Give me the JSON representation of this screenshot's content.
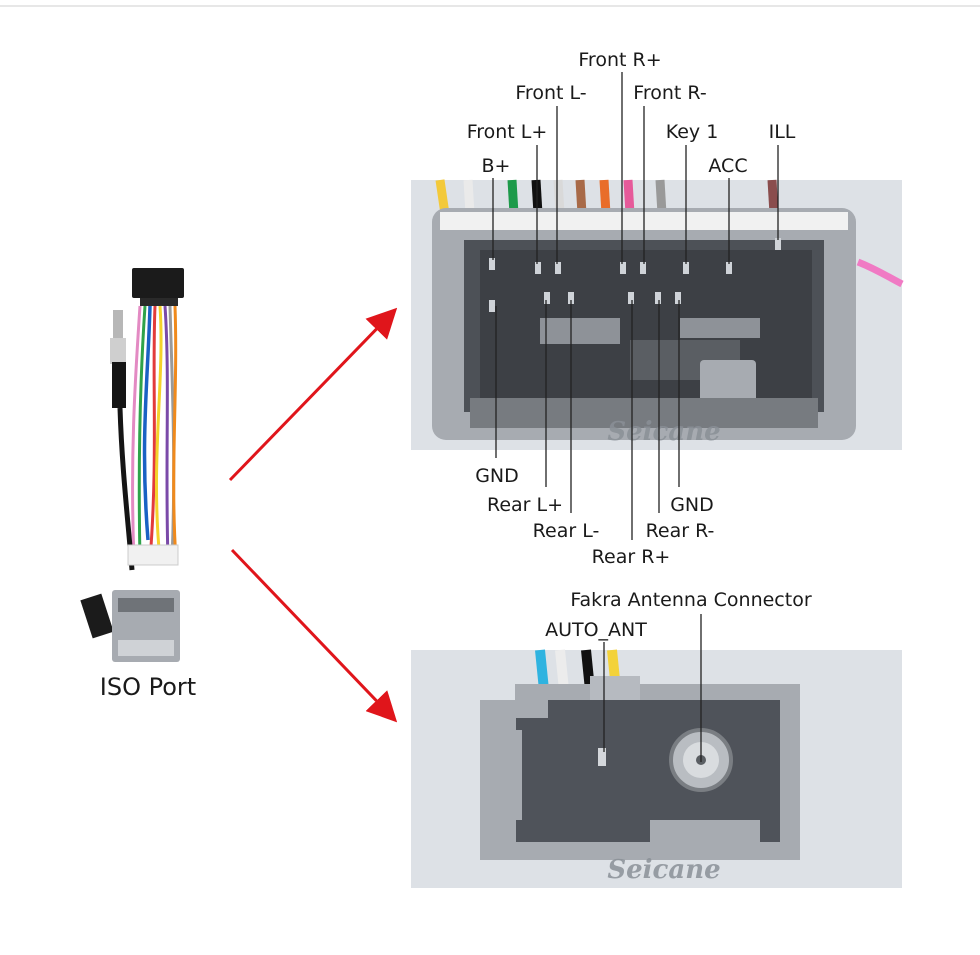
{
  "iso_port": {
    "label": "ISO Port"
  },
  "connector": {
    "watermark": "Seicane",
    "labels_top": {
      "front_r_plus": "Front R+",
      "front_l_minus": "Front L-",
      "front_r_minus": "Front R-",
      "front_l_plus": "Front L+",
      "key1": "Key 1",
      "ill": "ILL",
      "b_plus": "B+",
      "acc": "ACC"
    },
    "labels_bottom": {
      "gnd_left": "GND",
      "rear_l_plus": "Rear L+",
      "rear_l_minus": "Rear L-",
      "gnd_right": "GND",
      "rear_r_minus": "Rear R-",
      "rear_r_plus": "Rear R+"
    }
  },
  "antenna": {
    "watermark": "Seicane",
    "fakra_label": "Fakra Antenna Connector",
    "auto_ant_label": "AUTO_ANT"
  },
  "colors": {
    "arrow": "#e0151b",
    "connector_gray": "#a7abb1",
    "connector_dark": "#4d5157",
    "photo_bg": "#dde1e6"
  }
}
